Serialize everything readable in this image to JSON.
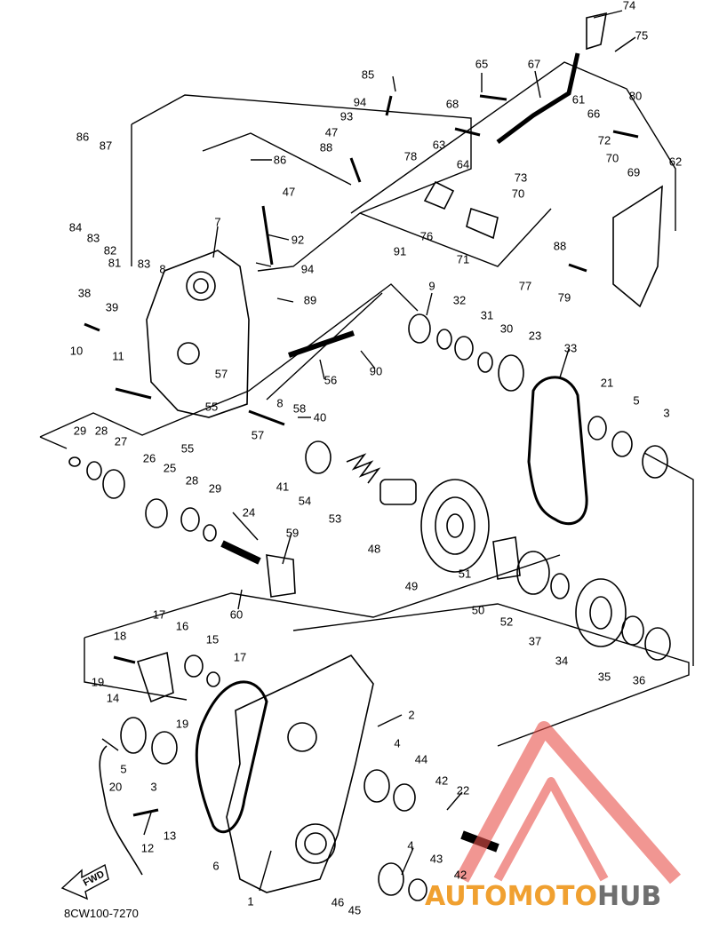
{
  "diagram": {
    "drawing_code": "8CW100-7270",
    "direction_marker": "FWD",
    "callouts": [
      "74",
      "75",
      "65",
      "67",
      "85",
      "94",
      "93",
      "47",
      "86",
      "88",
      "87",
      "86",
      "84",
      "83",
      "82",
      "81",
      "83",
      "7",
      "92",
      "47",
      "94",
      "89",
      "91",
      "9",
      "32",
      "31",
      "30",
      "23",
      "68",
      "61",
      "66",
      "80",
      "63",
      "64",
      "72",
      "70",
      "69",
      "62",
      "78",
      "73",
      "70",
      "76",
      "71",
      "77",
      "88",
      "79",
      "38",
      "39",
      "8",
      "10",
      "11",
      "57",
      "55",
      "8",
      "58",
      "40",
      "90",
      "56",
      "33",
      "21",
      "5",
      "3",
      "29",
      "28",
      "27",
      "26",
      "25",
      "28",
      "29",
      "55",
      "57",
      "41",
      "54",
      "53",
      "48",
      "49",
      "51",
      "50",
      "52",
      "37",
      "34",
      "35",
      "36",
      "24",
      "59",
      "60",
      "17",
      "16",
      "15",
      "18",
      "17",
      "19",
      "14",
      "19",
      "2",
      "4",
      "44",
      "42",
      "22",
      "5",
      "3",
      "20",
      "12",
      "13",
      "6",
      "1",
      "4",
      "43",
      "42",
      "46",
      "45"
    ]
  },
  "watermark": {
    "text_a": "AUTOMOTO",
    "text_b": "HUB",
    "color_a": "#f0a030",
    "color_b": "#6f6f6f",
    "logo_color": "#e8504a"
  }
}
